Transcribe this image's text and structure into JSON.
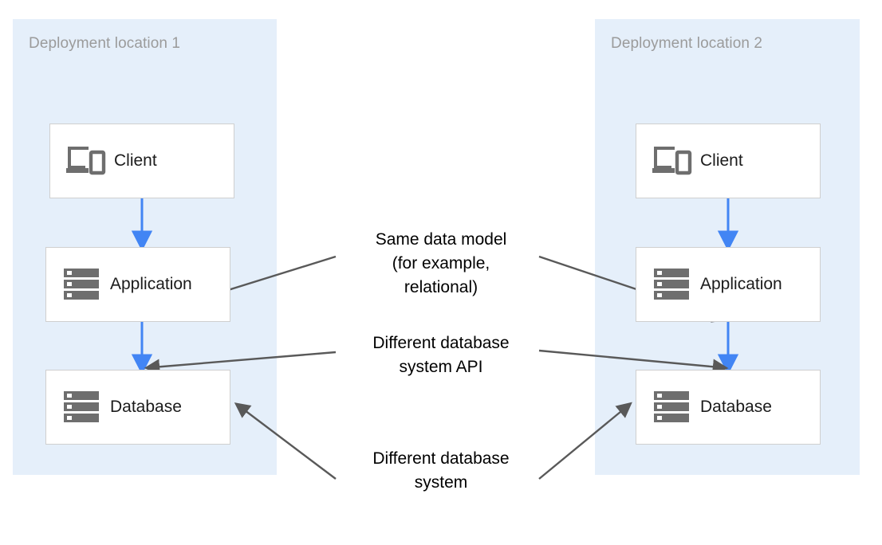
{
  "diagram": {
    "title_hidden": "",
    "colors": {
      "panel_background": "#e5effa",
      "panel_title_text": "#9b9b9b",
      "node_background": "#ffffff",
      "node_border": "#cfcfcf",
      "node_label_text": "#1b1b1b",
      "flow_arrow_blue": "#4285f4",
      "annotation_arrow_gray": "#595959",
      "icon_gray": "#6e6e6e",
      "page_background": "#ffffff"
    },
    "panels": [
      {
        "id": "deployment-location-1",
        "title": "Deployment location 1",
        "nodes": [
          {
            "id": "client-1",
            "label": "Client",
            "icon": "devices-icon"
          },
          {
            "id": "application-1",
            "label": "Application",
            "icon": "server-icon"
          },
          {
            "id": "database-1",
            "label": "Database",
            "icon": "server-icon"
          }
        ]
      },
      {
        "id": "deployment-location-2",
        "title": "Deployment location 2",
        "nodes": [
          {
            "id": "client-2",
            "label": "Client",
            "icon": "devices-icon"
          },
          {
            "id": "application-2",
            "label": "Application",
            "icon": "server-icon"
          },
          {
            "id": "database-2",
            "label": "Database",
            "icon": "server-icon"
          }
        ]
      }
    ],
    "annotations": [
      {
        "id": "same-data-model",
        "text": "Same data model\n(for example,\nrelational)",
        "points_to": [
          "application-1",
          "application-2"
        ]
      },
      {
        "id": "different-database-system-api",
        "text": "Different database\nsystem API",
        "points_to": [
          "database-1",
          "database-2"
        ]
      },
      {
        "id": "different-database-system",
        "text": "Different database\nsystem",
        "points_to": [
          "database-1",
          "database-2"
        ]
      }
    ],
    "flows": [
      {
        "from": "client-1",
        "to": "application-1",
        "color": "#4285f4"
      },
      {
        "from": "application-1",
        "to": "database-1",
        "color": "#4285f4"
      },
      {
        "from": "client-2",
        "to": "application-2",
        "color": "#4285f4"
      },
      {
        "from": "application-2",
        "to": "database-2",
        "color": "#4285f4"
      }
    ]
  }
}
